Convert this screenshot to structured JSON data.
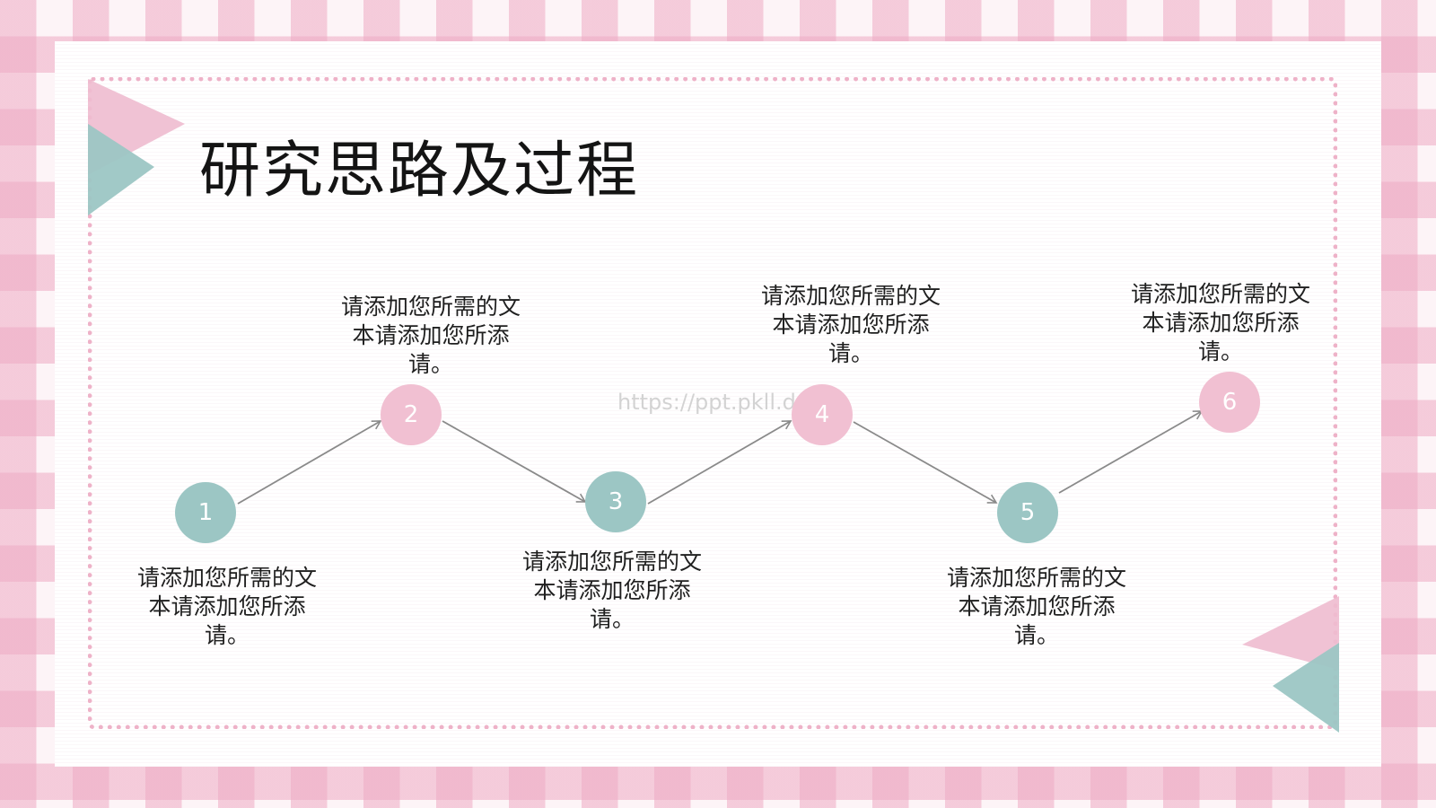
{
  "slide": {
    "title": "研究思路及过程",
    "watermark": "https://ppt.pkll.de"
  },
  "colors": {
    "pink": "#f1c0d2",
    "teal": "#9cc6c4",
    "frame_dots": "#eeb2c8",
    "arrow": "#8a8a8a"
  },
  "steps": [
    {
      "number": "1",
      "text": "请添加您所需的文本请添加您所添请。",
      "color": "teal"
    },
    {
      "number": "2",
      "text": "请添加您所需的文本请添加您所添请。",
      "color": "pink"
    },
    {
      "number": "3",
      "text": "请添加您所需的文本请添加您所添请。",
      "color": "teal"
    },
    {
      "number": "4",
      "text": "请添加您所需的文本请添加您所添请。",
      "color": "pink"
    },
    {
      "number": "5",
      "text": "请添加您所需的文本请添加您所添请。",
      "color": "teal"
    },
    {
      "number": "6",
      "text": "请添加您所需的文本请添加您所添请。",
      "color": "pink"
    }
  ]
}
